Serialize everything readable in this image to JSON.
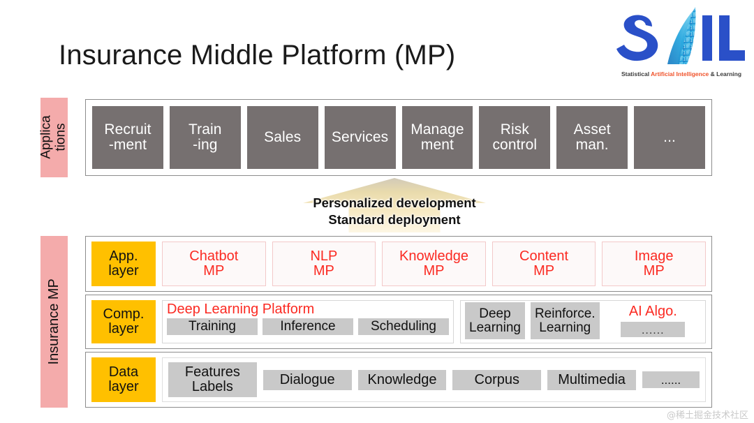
{
  "slide": {
    "title": "Insurance Middle Platform (MP)"
  },
  "logo": {
    "name": "sail-logo",
    "text": "SAIL",
    "tagline_pre": "Statistical ",
    "tagline_ai": "Artificial Intelligence",
    "tagline_post": " & Learning",
    "colors": {
      "blue": "#2a50c8",
      "cyan": "#29a8df",
      "orange": "#f0522a"
    }
  },
  "applications": {
    "side_label": "Applica\ntions",
    "items": [
      "Recruit\n-ment",
      "Train\n-ing",
      "Sales",
      "Services",
      "Manage\nment",
      "Risk\ncontrol",
      "Asset\nman.",
      "..."
    ],
    "box_color": "#767070",
    "label_color": "#f4abab"
  },
  "arrow": {
    "line1": "Personalized development",
    "line2": "Standard deployment",
    "fill": "#f0e0a8"
  },
  "insurance_mp": {
    "side_label": "Insurance MP",
    "tag_color": "#ffc000",
    "layers": [
      {
        "tag": "App.\nlayer",
        "cards": [
          "Chatbot\nMP",
          "NLP\nMP",
          "Knowledge\nMP",
          "Content\nMP",
          "Image\nMP"
        ],
        "card_text_color": "#fb2a22"
      },
      {
        "tag": "Comp.\nlayer",
        "deep_learning_platform": {
          "title": "Deep Learning Platform",
          "chips": [
            "Training",
            "Inference",
            "Scheduling"
          ]
        },
        "ai_algo": {
          "title": "AI Algo.",
          "chips": [
            "Deep\nLearning",
            "Reinforce.\nLearning"
          ],
          "dots": "......"
        }
      },
      {
        "tag": "Data\nlayer",
        "chips": [
          "Features\nLabels",
          "Dialogue",
          "Knowledge",
          "Corpus",
          "Multimedia"
        ],
        "dots": "......"
      }
    ]
  },
  "watermark": "@稀土掘金技术社区"
}
